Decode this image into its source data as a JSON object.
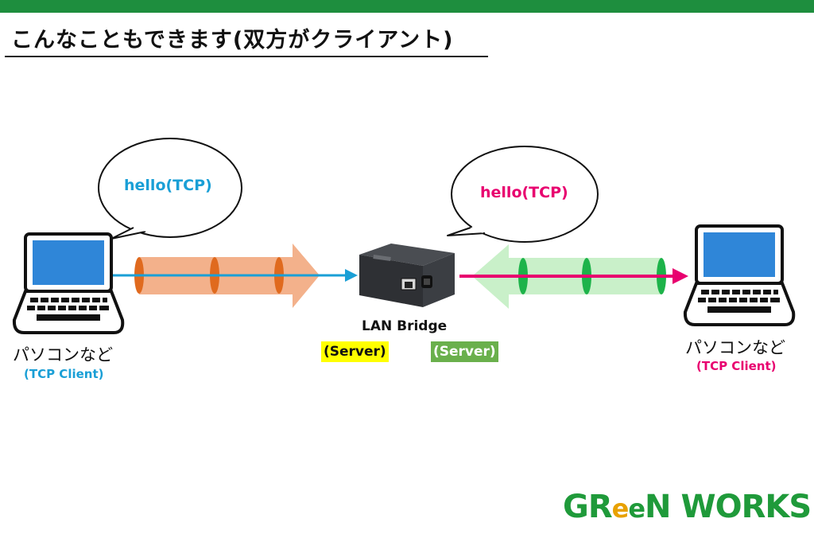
{
  "slide": {
    "title": "こんなこともできます(双方がクライアント)"
  },
  "left_pc": {
    "name": "パソコンなど",
    "role": "(TCP Client)",
    "role_color": "#1a9fd6",
    "icon": "laptop-icon"
  },
  "right_pc": {
    "name": "パソコンなど",
    "role": "(TCP Client)",
    "role_color": "#e8006f",
    "icon": "laptop-icon"
  },
  "left_bubble": {
    "text": "hello(TCP)",
    "color": "#1a9fd6"
  },
  "right_bubble": {
    "text": "hello(TCP)",
    "color": "#e8006f"
  },
  "device": {
    "name": "LAN Bridge",
    "icon": "lan-bridge-device-icon"
  },
  "server_tags": [
    {
      "text": "(Server)",
      "bg": "#ffff00",
      "color": "#111111"
    },
    {
      "text": "(Server)",
      "bg": "#6ab04c",
      "color": "#ffffff"
    }
  ],
  "colors": {
    "topbar": "#1e8e3e",
    "left_pipe": "#f2a97e",
    "left_pipe_ring": "#e06a1e",
    "right_pipe": "#c6efc6",
    "right_pipe_ring": "#1db34a"
  },
  "logo": {
    "text_a": "GR",
    "text_e1": "e",
    "text_e2": "e",
    "text_b": "N WORKS"
  }
}
